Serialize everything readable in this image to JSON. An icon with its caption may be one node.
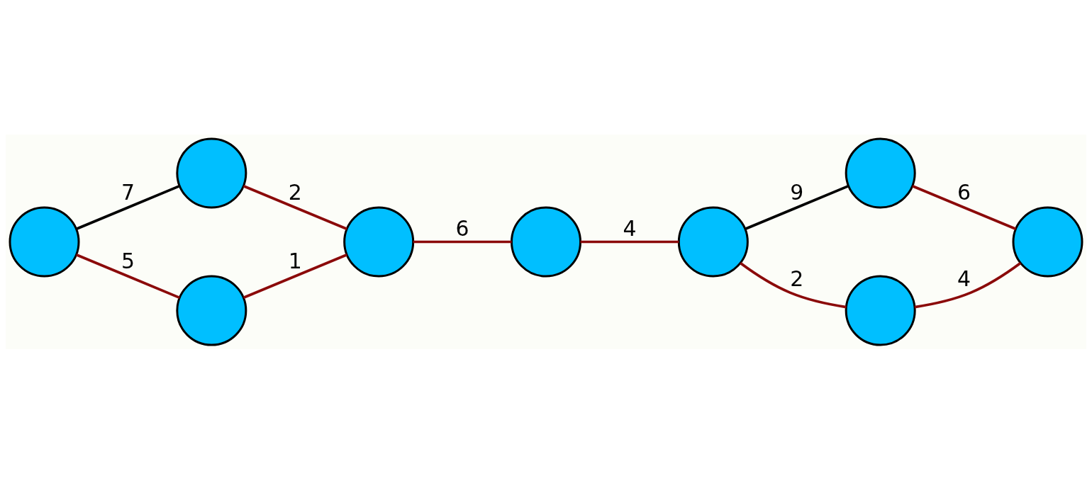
{
  "diagram": {
    "nodes": [
      {
        "text": [],
        "shape": "circle"
      },
      {
        "text": [],
        "shape": "circle"
      },
      {
        "text": [],
        "shape": "circle"
      },
      {
        "text": [],
        "shape": "circle"
      },
      {
        "text": [],
        "shape": "circle"
      },
      {
        "text": [],
        "shape": "circle"
      },
      {
        "text": [],
        "shape": "circle"
      },
      {
        "text": [],
        "shape": "circle"
      },
      {
        "text": [],
        "shape": "circle"
      }
    ],
    "edges": [
      {
        "from": 0,
        "to": 1,
        "arrow": "none",
        "label": "7",
        "color": "#000000"
      },
      {
        "from": 1,
        "to": 3,
        "arrow": "none",
        "label": "2"
      },
      {
        "from": 0,
        "to": 2,
        "arrow": "none",
        "label": "5"
      },
      {
        "from": 2,
        "to": 3,
        "arrow": "none",
        "label": "1"
      },
      {
        "from": 3,
        "to": 4,
        "arrow": "none",
        "label": "6"
      },
      {
        "from": 4,
        "to": 5,
        "arrow": "none",
        "label": "4"
      },
      {
        "from": 5,
        "to": 7,
        "arrow": "none",
        "label": "2"
      },
      {
        "from": 5,
        "to": 6,
        "arrow": "none",
        "label": "9",
        "color": "#000000"
      },
      {
        "from": 7,
        "to": 8,
        "arrow": "none",
        "label": "4"
      },
      {
        "from": 6,
        "to": 8,
        "arrow": "none",
        "label": "6"
      }
    ]
  }
}
